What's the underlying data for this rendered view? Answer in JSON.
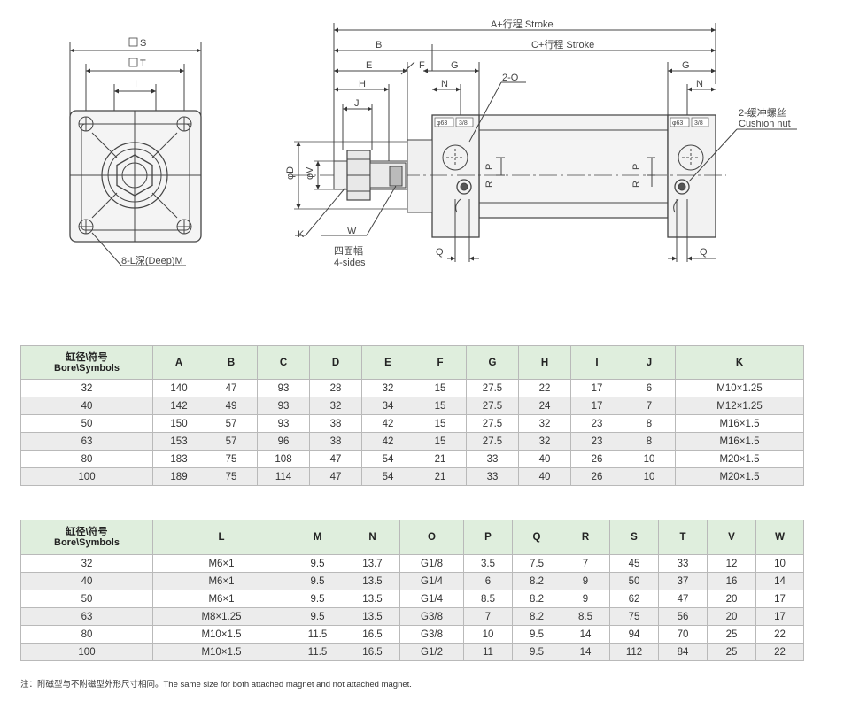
{
  "drawing": {
    "front_view_labels": {
      "S": "S",
      "T": "T",
      "I": "I",
      "mount_hole": "8-L深(Deep)M"
    },
    "side_view_labels": {
      "A_stroke": "A+行程 Stroke",
      "C_stroke": "C+行程 Stroke",
      "B": "B",
      "E": "E",
      "F": "F",
      "G_left": "G",
      "G_right": "G",
      "H": "H",
      "J": "J",
      "N_left": "N",
      "N_right": "N",
      "port": "2-O",
      "cushion_cn": "2-缓冲螺丝",
      "cushion_en": "Cushion nut",
      "phiD": "φD",
      "phiV": "φV",
      "K": "K",
      "W": "W",
      "four_sides_cn": "四面幅",
      "four_sides_en": "4-sides",
      "P": "P",
      "R": "R",
      "Q_left": "Q",
      "Q_right": "Q",
      "phi63": "φ63",
      "ratio": "3/8"
    }
  },
  "table1": {
    "bore_header_cn": "缸径\\符号",
    "bore_header_en": "Bore\\Symbols",
    "columns": [
      "A",
      "B",
      "C",
      "D",
      "E",
      "F",
      "G",
      "H",
      "I",
      "J",
      "K"
    ],
    "rows": [
      [
        "32",
        "140",
        "47",
        "93",
        "28",
        "32",
        "15",
        "27.5",
        "22",
        "17",
        "6",
        "M10×1.25"
      ],
      [
        "40",
        "142",
        "49",
        "93",
        "32",
        "34",
        "15",
        "27.5",
        "24",
        "17",
        "7",
        "M12×1.25"
      ],
      [
        "50",
        "150",
        "57",
        "93",
        "38",
        "42",
        "15",
        "27.5",
        "32",
        "23",
        "8",
        "M16×1.5"
      ],
      [
        "63",
        "153",
        "57",
        "96",
        "38",
        "42",
        "15",
        "27.5",
        "32",
        "23",
        "8",
        "M16×1.5"
      ],
      [
        "80",
        "183",
        "75",
        "108",
        "47",
        "54",
        "21",
        "33",
        "40",
        "26",
        "10",
        "M20×1.5"
      ],
      [
        "100",
        "189",
        "75",
        "114",
        "47",
        "54",
        "21",
        "33",
        "40",
        "26",
        "10",
        "M20×1.5"
      ]
    ]
  },
  "table2": {
    "bore_header_cn": "缸径\\符号",
    "bore_header_en": "Bore\\Symbols",
    "columns": [
      "L",
      "M",
      "N",
      "O",
      "P",
      "Q",
      "R",
      "S",
      "T",
      "V",
      "W"
    ],
    "rows": [
      [
        "32",
        "M6×1",
        "9.5",
        "13.7",
        "G1/8",
        "3.5",
        "7.5",
        "7",
        "45",
        "33",
        "12",
        "10"
      ],
      [
        "40",
        "M6×1",
        "9.5",
        "13.5",
        "G1/4",
        "6",
        "8.2",
        "9",
        "50",
        "37",
        "16",
        "14"
      ],
      [
        "50",
        "M6×1",
        "9.5",
        "13.5",
        "G1/4",
        "8.5",
        "8.2",
        "9",
        "62",
        "47",
        "20",
        "17"
      ],
      [
        "63",
        "M8×1.25",
        "9.5",
        "13.5",
        "G3/8",
        "7",
        "8.2",
        "8.5",
        "75",
        "56",
        "20",
        "17"
      ],
      [
        "80",
        "M10×1.5",
        "11.5",
        "16.5",
        "G3/8",
        "10",
        "9.5",
        "14",
        "94",
        "70",
        "25",
        "22"
      ],
      [
        "100",
        "M10×1.5",
        "11.5",
        "16.5",
        "G1/2",
        "11",
        "9.5",
        "14",
        "112",
        "84",
        "25",
        "22"
      ]
    ]
  },
  "note": "注：附磁型与不附磁型外形尺寸相同。The same size for both attached magnet and not attached magnet."
}
